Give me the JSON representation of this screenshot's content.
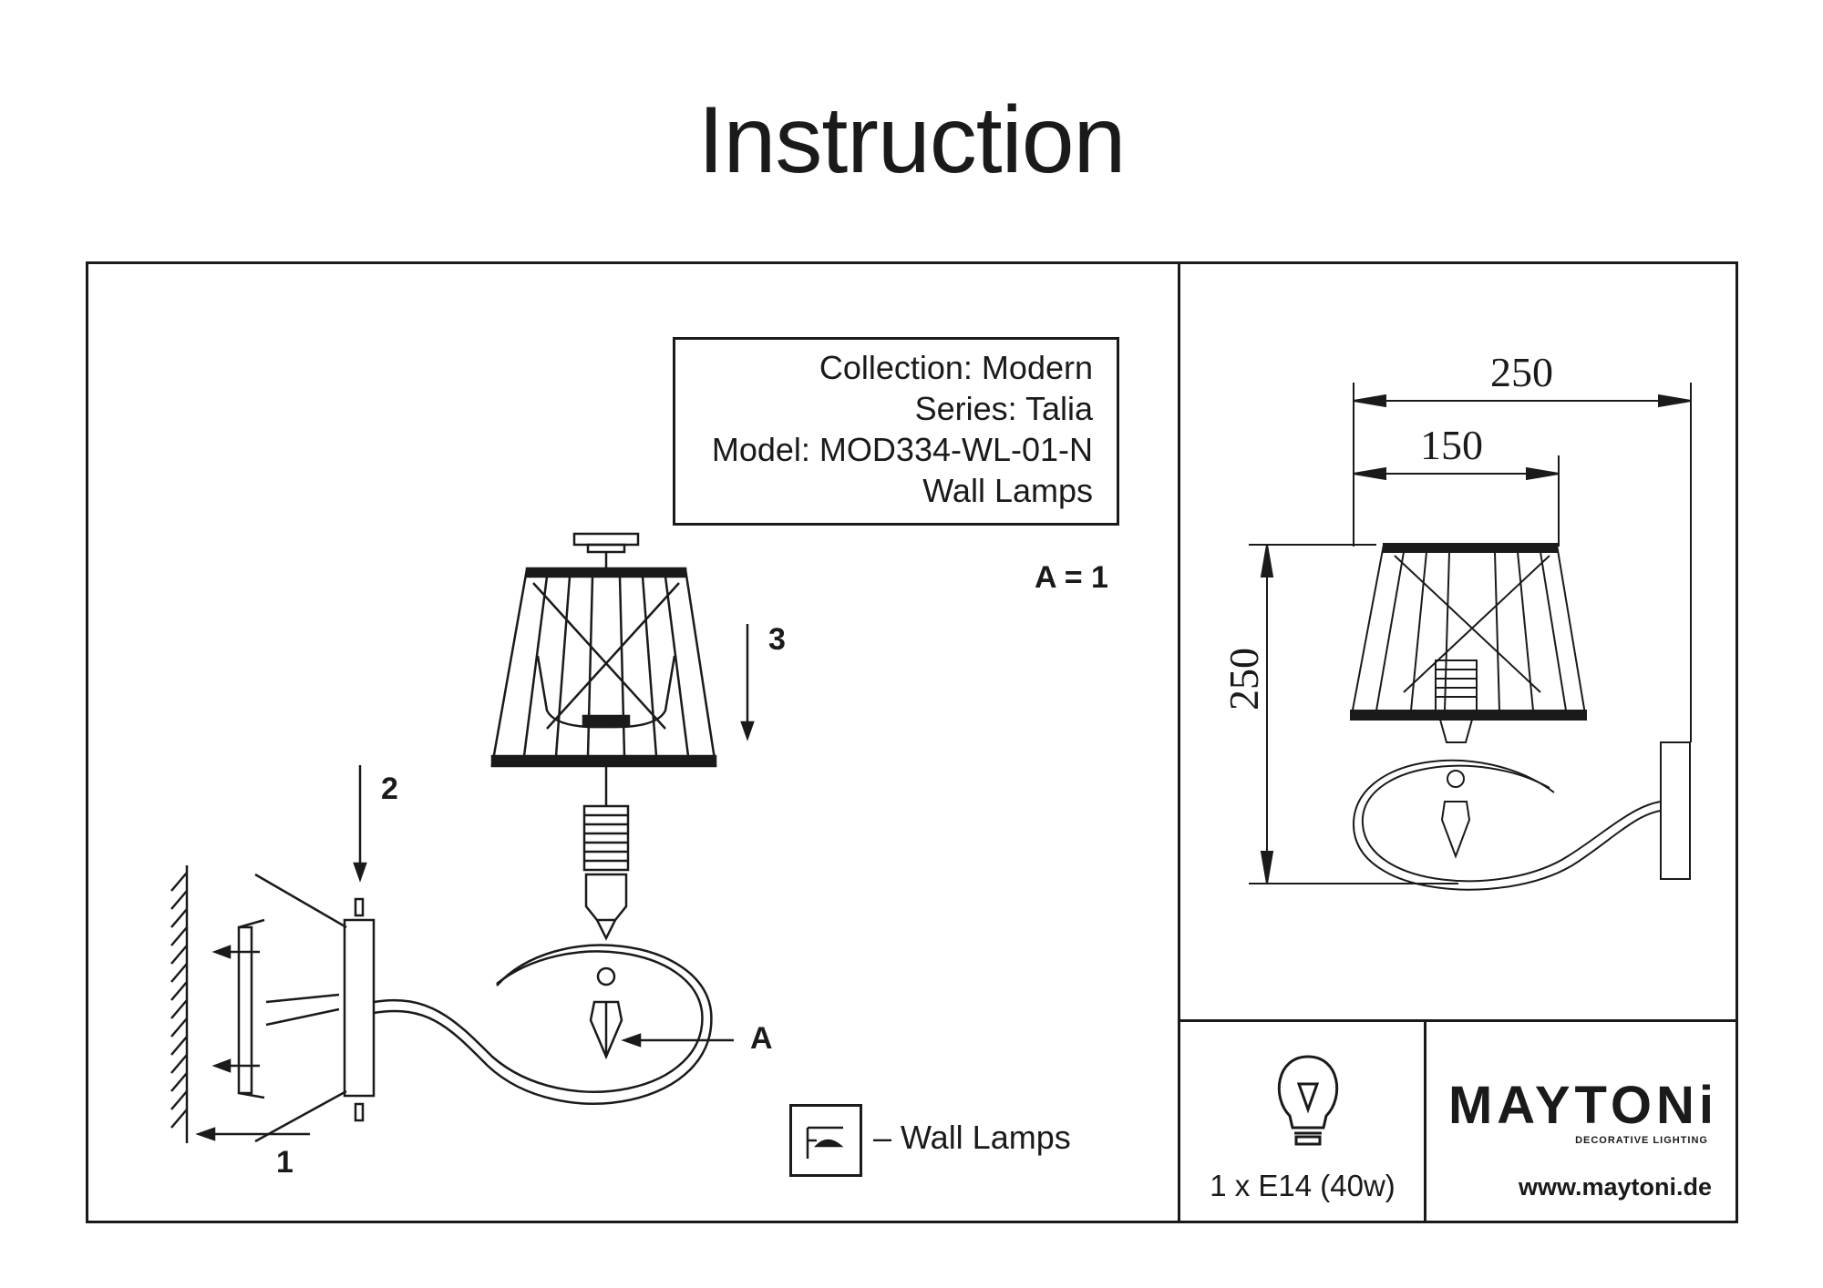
{
  "page": {
    "title": "Instruction"
  },
  "info": {
    "collection": "Collection: Modern",
    "series": "Series: Talia",
    "model": "Model: MOD334-WL-01-N",
    "type": "Wall Lamps"
  },
  "assembly": {
    "part_ratio": "A = 1",
    "step_1": "1",
    "step_2": "2",
    "step_3": "3",
    "part_label": "A"
  },
  "legend": {
    "text": "–  Wall Lamps",
    "icon": "wall-lamp-icon"
  },
  "dimensions": {
    "width_total": "250",
    "width_shade": "150",
    "height": "250"
  },
  "bulb": {
    "spec": "1 x E14 (40w)",
    "icon": "light-bulb-icon"
  },
  "brand": {
    "name": "MAYTONi",
    "tagline": "DECORATIVE LIGHTING",
    "website": "www.maytoni.de"
  }
}
